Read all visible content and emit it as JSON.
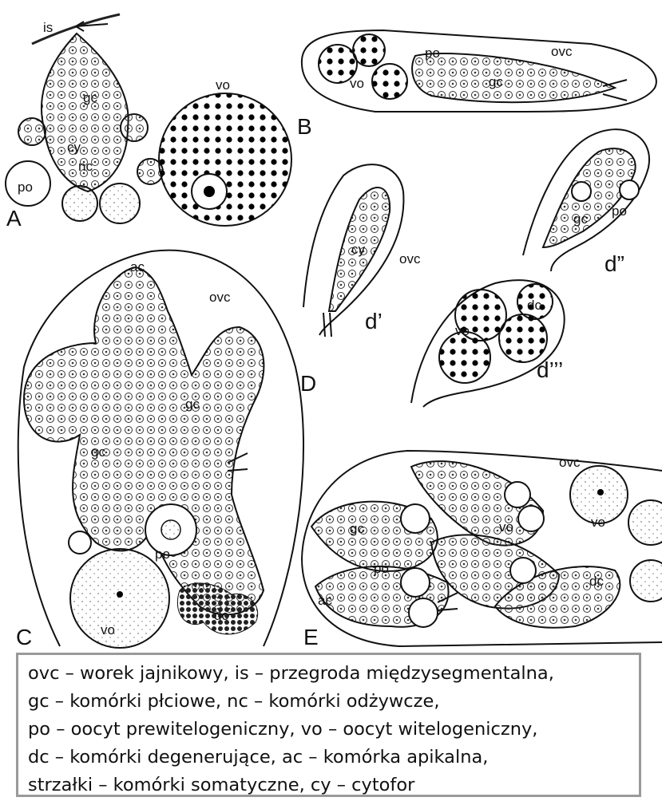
{
  "panels": {
    "A": "A",
    "B": "B",
    "C": "C",
    "D": "D",
    "E": "E",
    "d1": "d’",
    "d2": "d”",
    "d3": "d’’’"
  },
  "labels": {
    "is": "is",
    "gc": "gc",
    "cy": "cy",
    "nc": "nc",
    "po": "po",
    "vo": "vo",
    "ovc": "ovc",
    "ac": "ac",
    "dc": "dc"
  },
  "legend": [
    "ovc – worek jajnikowy, is – przegroda międzysegmentalna,",
    "gc – komórki płciowe, nc – komórki odżywcze,",
    "po – oocyt prewitelogeniczny, vo – oocyt witelogeniczny,",
    "dc – komórki degenerujące, ac – komórka apikalna,",
    "strzałki – komórki somatyczne, cy – cytofor"
  ]
}
